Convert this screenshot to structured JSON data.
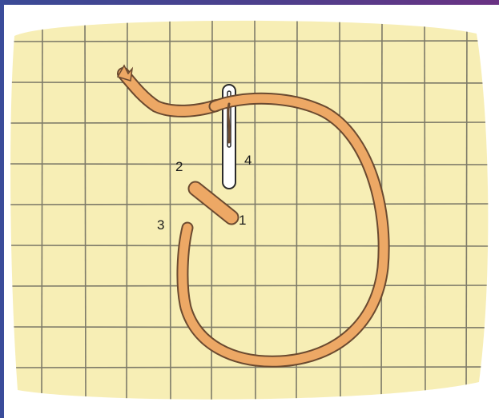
{
  "colors": {
    "fabric": "#f7eeb5",
    "grid_line": "#7d7a68",
    "thread": "#eda865",
    "thread_outline": "#6b4a30",
    "needle": "#ffffff",
    "needle_outline": "#2a2a2a",
    "label": "#1a1a1a",
    "slide_frame": "#3f4a95"
  },
  "labels": {
    "step_1": "1",
    "step_2": "2",
    "step_3": "3",
    "step_4": "4"
  },
  "icons": {
    "needle": "sewing-needle-icon"
  }
}
